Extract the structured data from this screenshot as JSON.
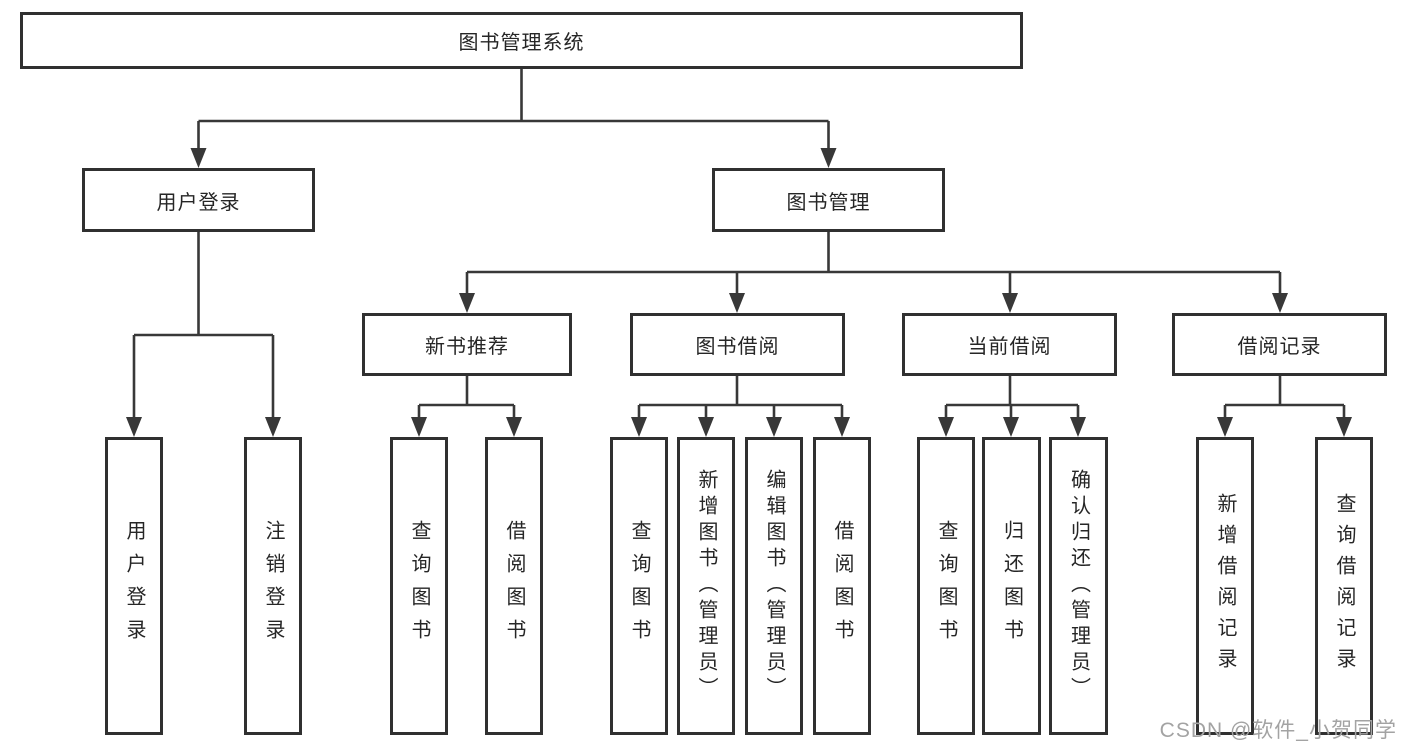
{
  "diagram": {
    "root": "图书管理系统",
    "level2": {
      "user_login": "用户登录",
      "book_mgmt": "图书管理"
    },
    "level3": {
      "new_book_rec": "新书推荐",
      "book_borrow": "图书借阅",
      "current_borrow": "当前借阅",
      "borrow_records": "借阅记录"
    },
    "leaves": {
      "user_login_leaf": "用户登录",
      "logout": "注销登录",
      "nb_query_books": "查询图书",
      "nb_borrow_books": "借阅图书",
      "bb_query_books": "查询图书",
      "bb_add_books_admin": "新增图书（管理员）",
      "bb_edit_books_admin": "编辑图书（管理员）",
      "bb_borrow_books": "借阅图书",
      "cb_query_books": "查询图书",
      "cb_return_books": "归还图书",
      "cb_confirm_return_admin": "确认归还（管理员）",
      "br_add_record": "新增借阅记录",
      "br_query_record": "查询借阅记录"
    }
  },
  "watermark": "CSDN @软件_小贺同学",
  "colors": {
    "line": "#383838",
    "box_border": "#303030",
    "text": "#262626",
    "watermark": "#a3a3a3",
    "background": "#ffffff"
  }
}
